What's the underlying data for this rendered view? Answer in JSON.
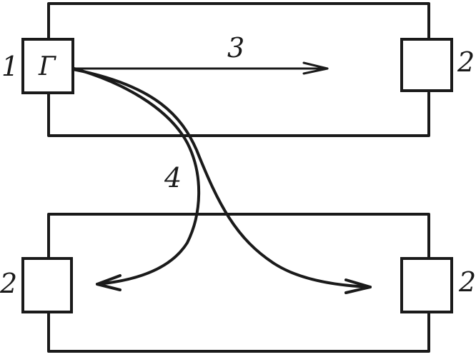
{
  "labels": {
    "generator_letter": "Г",
    "generator_number": "1",
    "receiver_number": "2",
    "direct_path_number": "3",
    "cross_path_number": "4"
  },
  "colors": {
    "ink": "#1a1a1a",
    "background": "#ffffff"
  }
}
